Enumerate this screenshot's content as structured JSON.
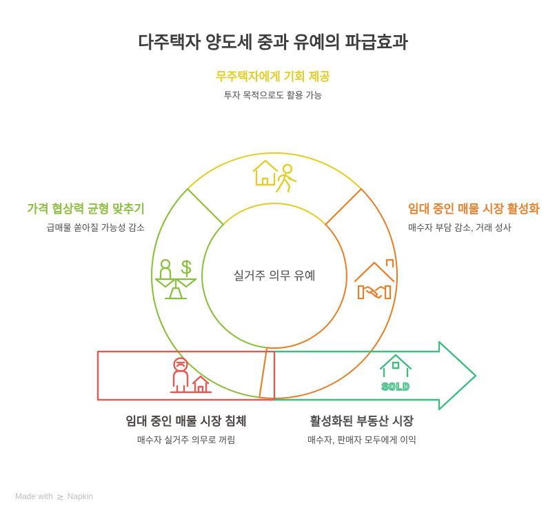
{
  "page": {
    "title": "다주택자 양도세 중과 유예의 파급효과",
    "center_label": "실거주 의무 유예"
  },
  "colors": {
    "yellow": "#e3cd2b",
    "green": "#8cbf40",
    "orange": "#e5822f",
    "red": "#e25a52",
    "teal": "#3cbd7f",
    "title": "#3d3d3d",
    "body_text": "#4a4a4a"
  },
  "segments": [
    {
      "id": "top",
      "heading": "무주택자에게 기회 제공",
      "subtext": "투자 목적으로도 활용 가능",
      "color": "#e3cd2b",
      "icon": "house-with-person-icon",
      "position": "top"
    },
    {
      "id": "left",
      "heading": "가격 협상력 균형 맞추기",
      "subtext": "급매물 쏟아질 가능성 감소",
      "color": "#8cbf40",
      "icon": "balance-scale-person-money-icon",
      "position": "left"
    },
    {
      "id": "right",
      "heading": "임대 중인 매물 시장 활성화",
      "subtext": "매수자 부담 감소, 거래 성사",
      "color": "#e5822f",
      "icon": "handshake-under-roof-icon",
      "position": "right"
    }
  ],
  "outcomes": [
    {
      "id": "stagnation",
      "heading": "임대 중인 매물 시장 침체",
      "subtext": "매수자 실거주 의무로 꺼림",
      "color": "#e25a52",
      "shape": "rectangle",
      "icon": "sad-person-with-house-icon"
    },
    {
      "id": "activated",
      "heading": "활성화된 부동산 시장",
      "subtext": "매수자, 판매자 모두에게 이익",
      "color": "#3cbd7f",
      "shape": "arrow",
      "icon": "house-sold-icon",
      "icon_text": "SOLD"
    }
  ],
  "watermark": {
    "prefix": "Made with",
    "brand": "Napkin"
  }
}
